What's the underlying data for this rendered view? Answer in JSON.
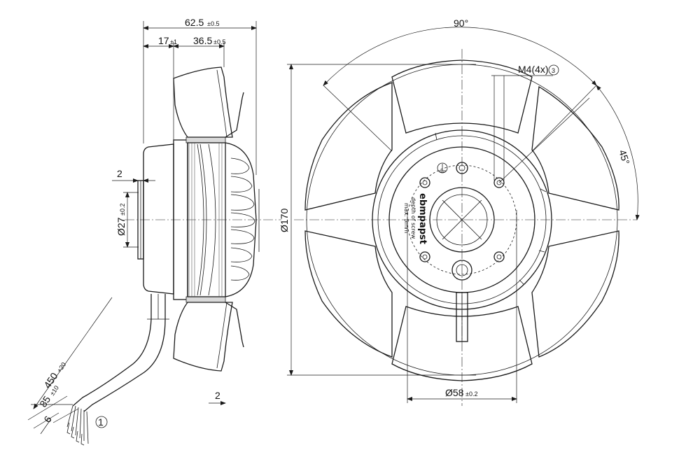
{
  "dimensions": {
    "overall_depth": {
      "value": "62.5",
      "tol": "±0.5"
    },
    "hub_offset": {
      "value": "17",
      "tol": "±1"
    },
    "impeller_depth": {
      "value": "36.5",
      "tol": "±0.5"
    },
    "flange_step": {
      "value": "2"
    },
    "shaft_dia": {
      "value": "Ø27",
      "tol": "±0.2"
    },
    "cable_len": {
      "value": "450",
      "tol": "+20"
    },
    "strip_len": {
      "value": "85",
      "tol": "±10"
    },
    "wire_end": {
      "value": "6"
    },
    "fan_dia": {
      "value": "Ø170"
    },
    "hole_circle": {
      "value": "Ø58",
      "tol": "±0.2"
    },
    "angle_top": {
      "value": "90°"
    },
    "angle_side": {
      "value": "45°"
    },
    "thread": {
      "value": "M4(4x)"
    }
  },
  "callouts": {
    "c1": "1",
    "c2": "2",
    "c3": "3"
  },
  "label": {
    "brand": "ebmpapst",
    "note_line1": "depth of screw",
    "note_line2": "max. 5mm"
  }
}
